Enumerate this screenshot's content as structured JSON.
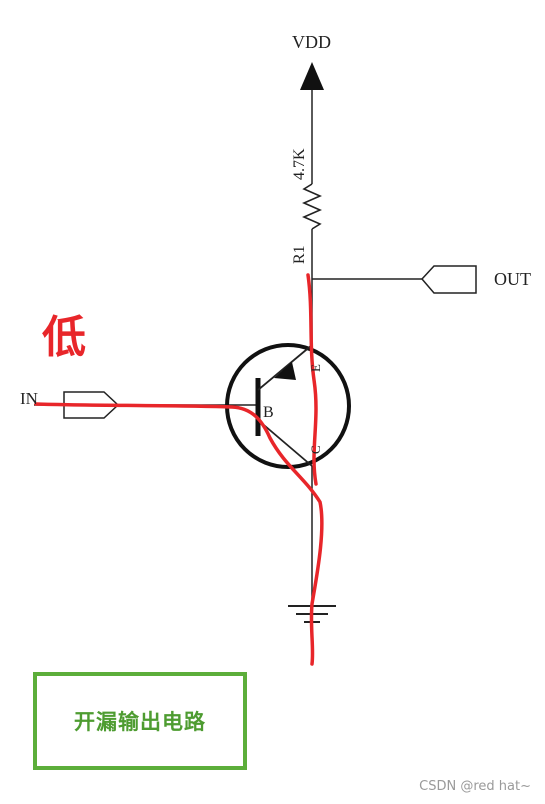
{
  "labels": {
    "vdd": "VDD",
    "resistor_value": "4.7K",
    "resistor_name": "R1",
    "output": "OUT",
    "input": "IN",
    "base": "B",
    "emitter": "E",
    "collector": "C"
  },
  "annotation": {
    "low": "低"
  },
  "title": "开漏输出电路",
  "watermark": "CSDN @red hat~",
  "colors": {
    "wire": "#222222",
    "annotation": "#e8262a",
    "title": "#4e9c31"
  }
}
